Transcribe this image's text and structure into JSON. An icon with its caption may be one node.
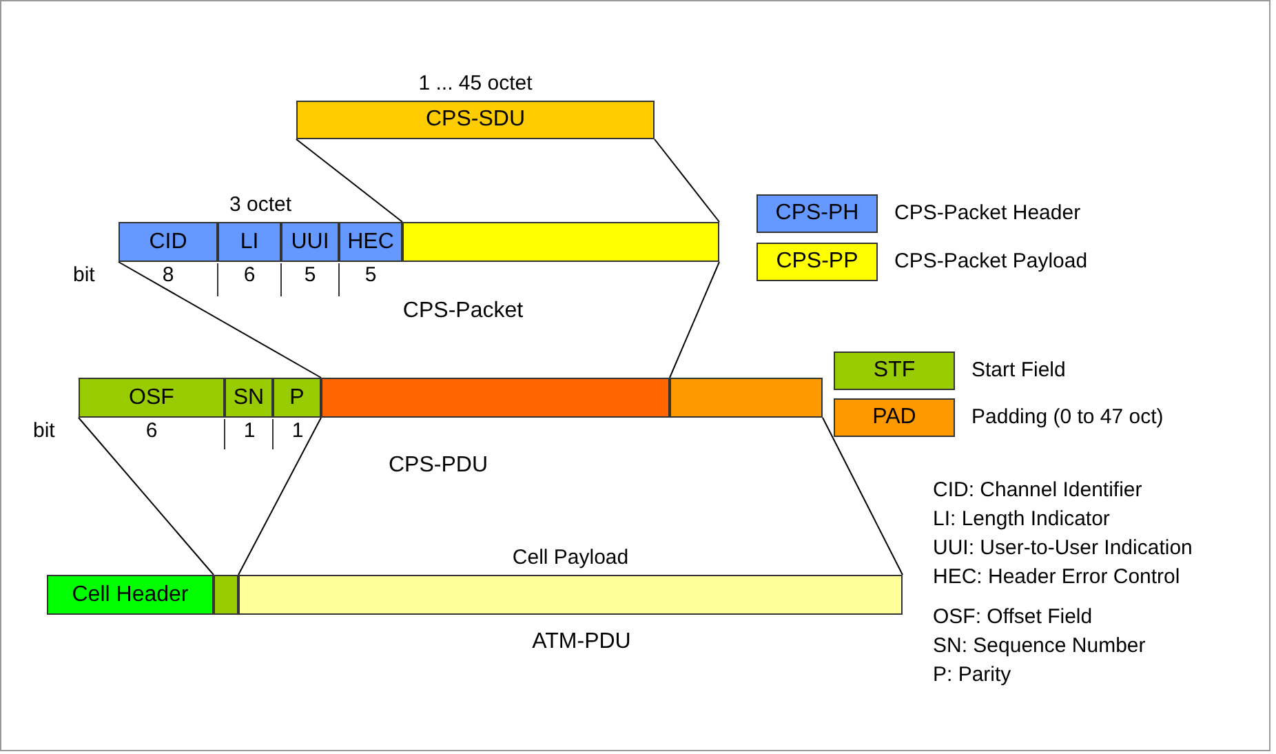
{
  "diagram": {
    "nodes": [
      {
        "text": [
          "CPS-SDU"
        ],
        "beside": [
          "1 ... 45 octet"
        ]
      },
      {
        "text": [
          "CID"
        ]
      },
      {
        "text": [
          "LI"
        ]
      },
      {
        "text": [
          "UUI"
        ]
      },
      {
        "text": [
          "HEC"
        ]
      },
      {
        "text": [],
        "shape": "bar"
      },
      {
        "text": [
          "OSF"
        ]
      },
      {
        "text": [
          "SN"
        ]
      },
      {
        "text": [
          "P"
        ]
      },
      {
        "text": [],
        "shape": "bar"
      },
      {
        "text": [],
        "shape": "bar"
      },
      {
        "text": [
          "Cell Header"
        ]
      },
      {
        "text": [],
        "shape": "bar"
      },
      {
        "text": [],
        "shape": "bar",
        "beside": [
          "Cell Payload"
        ]
      },
      {
        "text": [
          "CPS-PH"
        ],
        "beside": [
          "CPS-Packet Header"
        ]
      },
      {
        "text": [
          "CPS-PP"
        ],
        "beside": [
          "CPS-Packet Payload"
        ]
      },
      {
        "text": [
          "STF"
        ],
        "beside": [
          "Start Field"
        ]
      },
      {
        "text": [
          "PAD"
        ],
        "beside": [
          "Padding (0 to 47 oct)"
        ]
      }
    ],
    "edges": [
      {
        "from": 0,
        "to": 5,
        "arrow": "none"
      },
      {
        "from": 0,
        "to": 5,
        "arrow": "none"
      },
      {
        "from": 1,
        "to": 9,
        "arrow": "none"
      },
      {
        "from": 5,
        "to": 9,
        "arrow": "none"
      },
      {
        "from": 6,
        "to": 12,
        "arrow": "none"
      },
      {
        "from": 8,
        "to": 12,
        "arrow": "none"
      },
      {
        "from": 10,
        "to": 13,
        "arrow": "none"
      }
    ],
    "labels": [
      "3 octet",
      "bit",
      "8",
      "6",
      "5",
      "5",
      "CPS-Packet",
      "bit",
      "6",
      "1",
      "1",
      "CPS-PDU",
      "ATM-PDU",
      "CID: Channel Identifier",
      "LI: Length Indicator",
      "UUI: User-to-User Indication",
      "HEC: Header Error Control",
      "OSF: Offset Field",
      "SN: Sequence Number",
      "P: Parity"
    ]
  }
}
